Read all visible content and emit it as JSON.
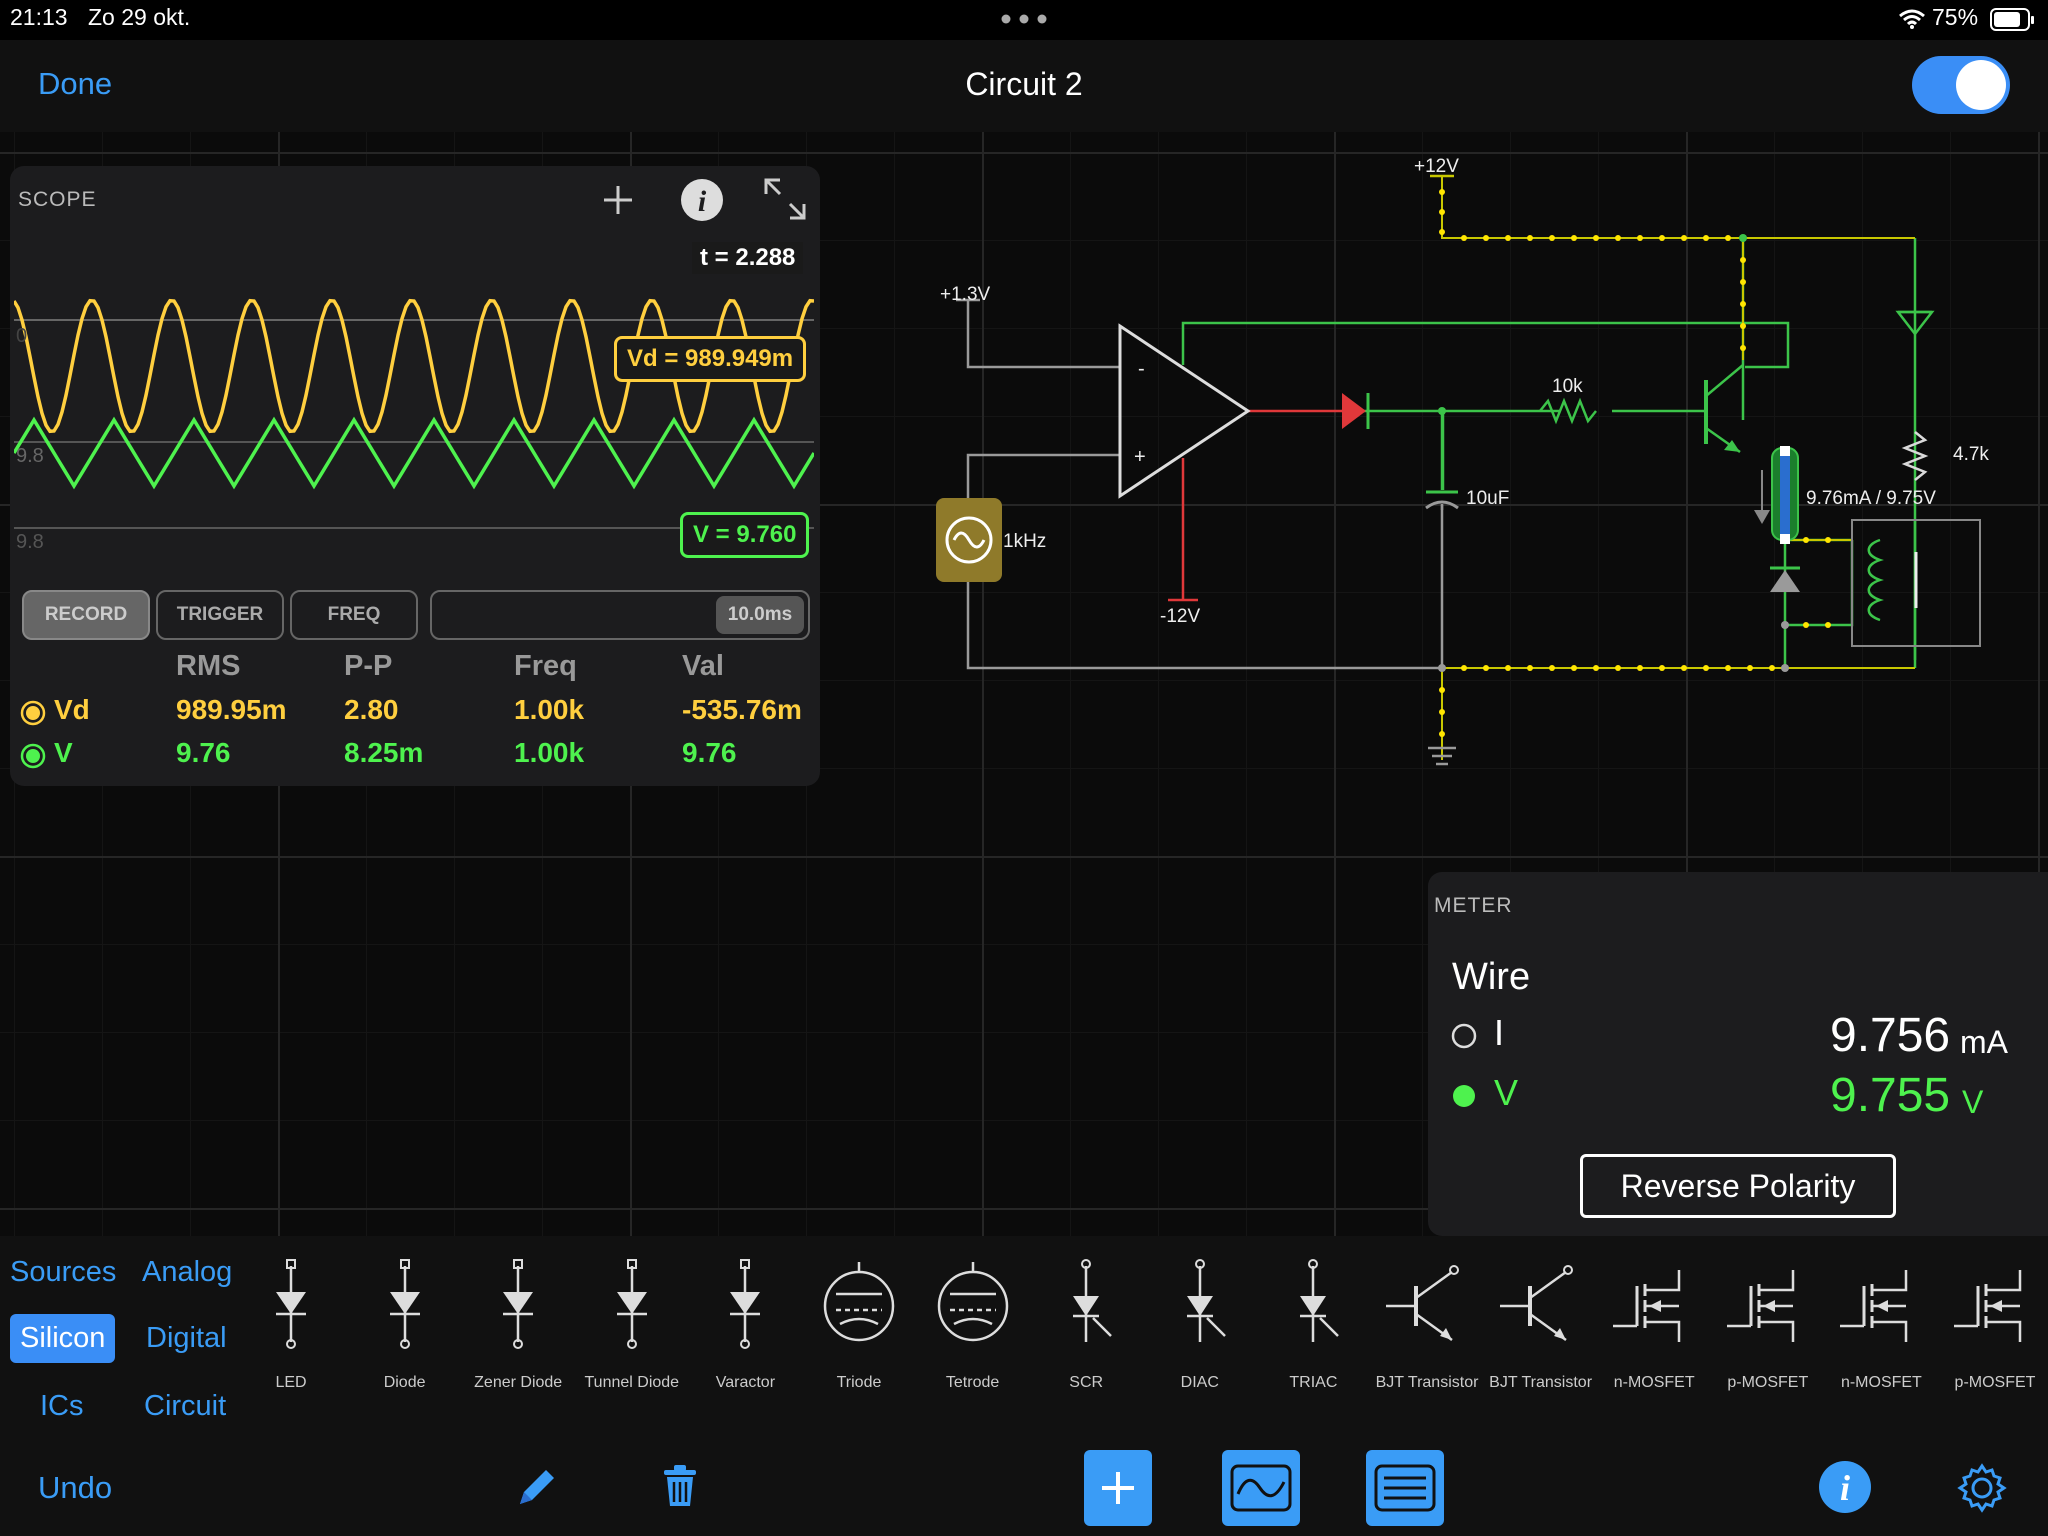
{
  "status_bar": {
    "time": "21:13",
    "date": "Zo 29 okt.",
    "battery": "75%"
  },
  "nav": {
    "done_label": "Done",
    "title": "Circuit 2",
    "toggle_on": true
  },
  "scope": {
    "label": "SCOPE",
    "time_readout": "t = 2.288",
    "vd_readout": "Vd = 989.949m",
    "v_readout": "V = 9.760",
    "axis_labels": {
      "top_zero": "0",
      "mid": "9.8",
      "lower": "9.8"
    },
    "buttons": {
      "record": "RECORD",
      "trigger": "TRIGGER",
      "freq": "FREQ"
    },
    "timebase": "10.0ms",
    "table": {
      "headers": [
        "RMS",
        "P-P",
        "Freq",
        "Val"
      ],
      "rows": [
        {
          "name": "Vd",
          "rms": "989.95m",
          "pp": "2.80",
          "freq": "1.00k",
          "val": "-535.76m",
          "color": "#ffcf3f"
        },
        {
          "name": "V",
          "rms": "9.76",
          "pp": "8.25m",
          "freq": "1.00k",
          "val": "9.76",
          "color": "#4ef24e"
        }
      ]
    }
  },
  "circuit": {
    "labels": {
      "v12": "+12V",
      "v13": "+1.3V",
      "vneg12": "-12V",
      "r10k": "10k",
      "c10uf": "10uF",
      "r47k": "4.7k",
      "src": "1kHz",
      "probe": "9.76mA / 9.75V",
      "op_minus": "-",
      "op_plus": "+"
    }
  },
  "meter": {
    "label": "METER",
    "title": "Wire",
    "rows": [
      {
        "name": "I",
        "value": "9.756",
        "unit": "mA",
        "selected": false
      },
      {
        "name": "V",
        "value": "9.755",
        "unit": "V",
        "selected": true
      }
    ],
    "reverse_label": "Reverse Polarity"
  },
  "palette": {
    "categories": [
      {
        "label": "Sources",
        "selected": false
      },
      {
        "label": "Analog",
        "selected": false
      },
      {
        "label": "Silicon",
        "selected": true
      },
      {
        "label": "Digital",
        "selected": false
      },
      {
        "label": "ICs",
        "selected": false
      },
      {
        "label": "Circuit",
        "selected": false
      }
    ],
    "components": [
      "LED",
      "Diode",
      "Zener Diode",
      "Tunnel Diode",
      "Varactor",
      "Triode",
      "Tetrode",
      "SCR",
      "DIAC",
      "TRIAC",
      "BJT Transistor",
      "BJT Transistor",
      "n-MOSFET",
      "p-MOSFET",
      "n-MOSFET",
      "p-MOSFET"
    ]
  },
  "toolbar": {
    "undo_label": "Undo"
  },
  "colors": {
    "accent": "#3a9cf6",
    "yellow_trace": "#ffcf3f",
    "green_trace": "#4ef24e"
  }
}
